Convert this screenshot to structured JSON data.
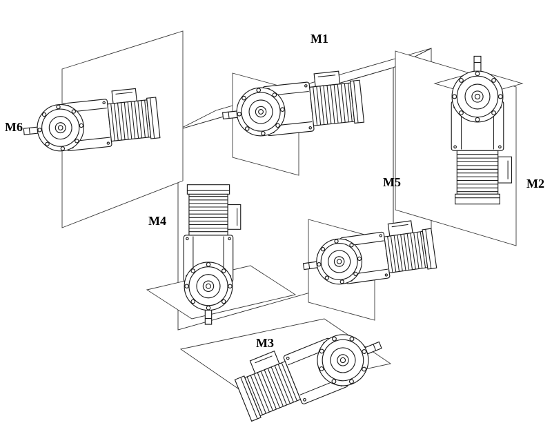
{
  "page": {
    "background": "#ffffff"
  },
  "colors": {
    "line": "#1c1c1c",
    "panel_line": "#3a3a3a",
    "background": "#ffffff"
  },
  "labels": {
    "m1": "M1",
    "m2": "M2",
    "m3": "M3",
    "m4": "M4",
    "m5": "M5",
    "m6": "M6"
  }
}
